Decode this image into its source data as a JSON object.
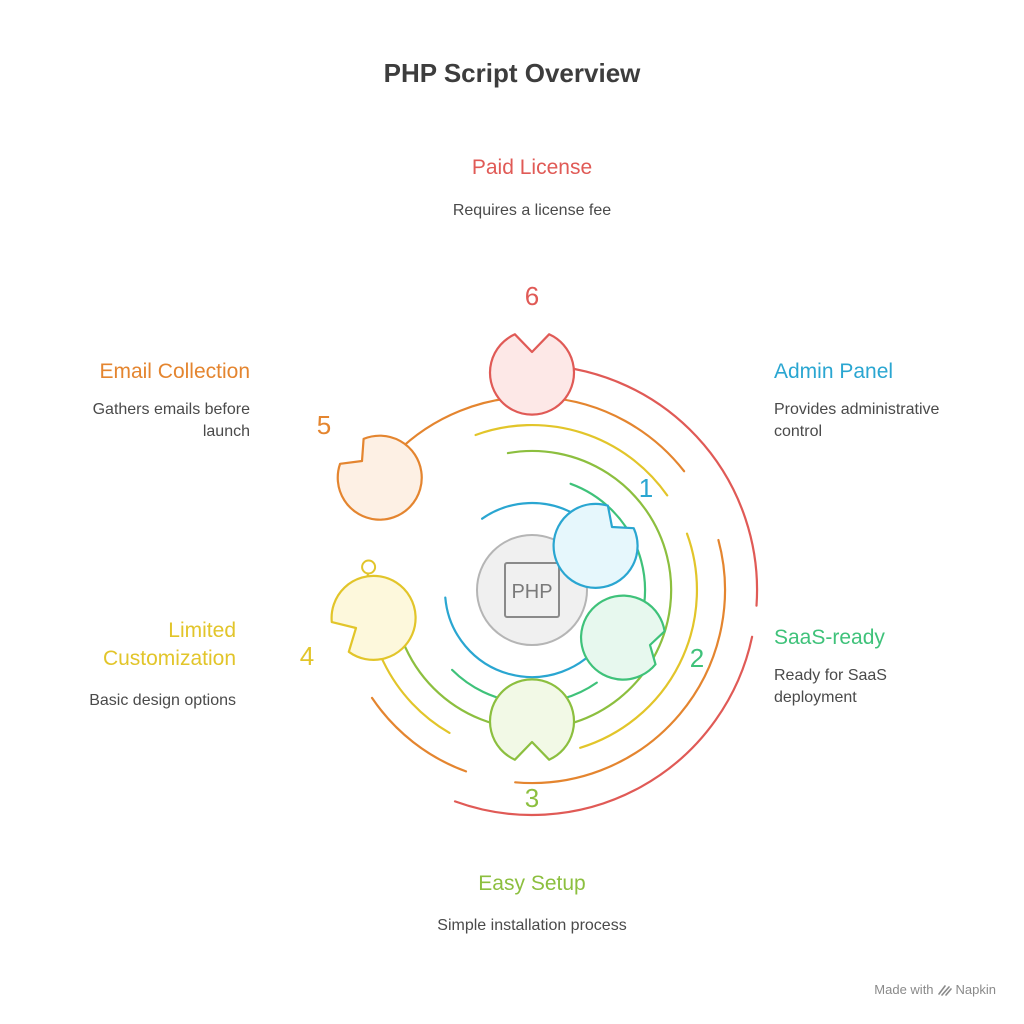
{
  "title": "PHP Script Overview",
  "center_label": "PHP",
  "steps": [
    {
      "number": "1",
      "title": "Admin Panel",
      "description": "Provides administrative control",
      "color": "#2aa6d1",
      "fill": "#e6f7fc"
    },
    {
      "number": "2",
      "title": "SaaS-ready",
      "description": "Ready for SaaS deployment",
      "color": "#3fc27a",
      "fill": "#e7f8ee"
    },
    {
      "number": "3",
      "title": "Easy Setup",
      "description": "Simple installation process",
      "color": "#8cbf3f",
      "fill": "#f2f9e6"
    },
    {
      "number": "4",
      "title": "Limited Customization",
      "description": "Basic design options",
      "color": "#e2c52a",
      "fill": "#fdf8dc"
    },
    {
      "number": "5",
      "title": "Email Collection",
      "description": "Gathers emails before launch",
      "color": "#e4852f",
      "fill": "#fdf0e4"
    },
    {
      "number": "6",
      "title": "Paid License",
      "description": "Requires a license fee",
      "color": "#e05a56",
      "fill": "#fde8e7"
    }
  ],
  "footer": {
    "prefix": "Made with",
    "brand": "Napkin"
  }
}
